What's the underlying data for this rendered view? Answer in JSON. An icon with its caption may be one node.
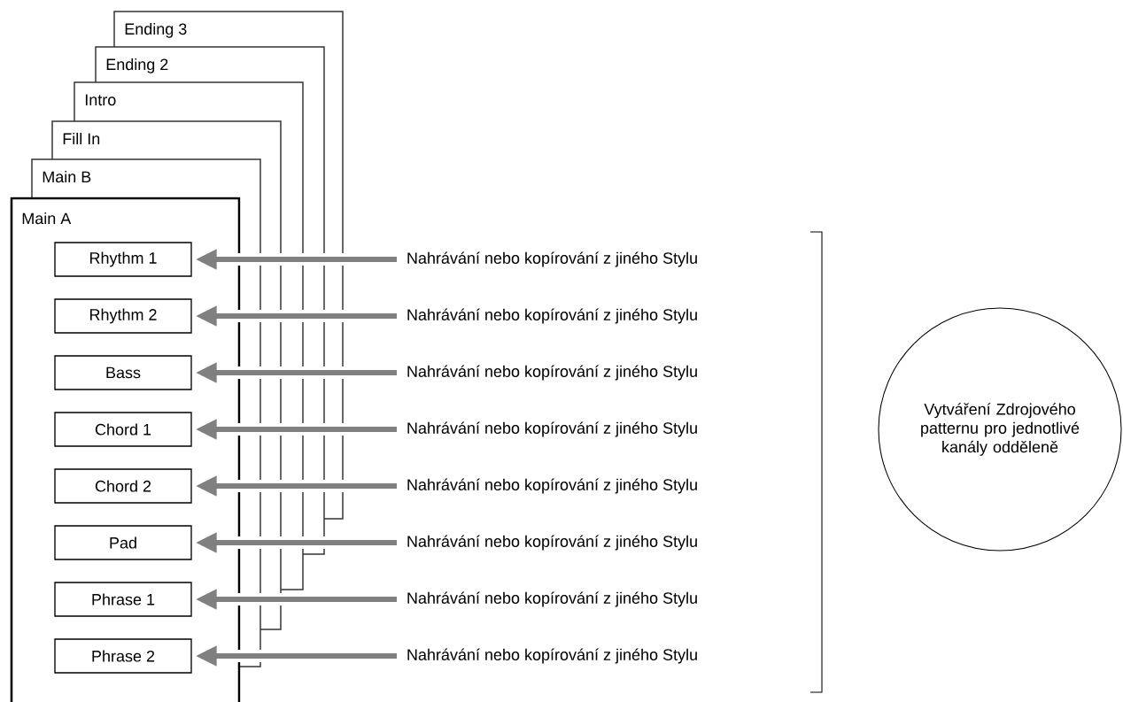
{
  "diagram": {
    "nodes": [
      {
        "text": [
          "Ending 3"
        ]
      },
      {
        "text": [
          "Ending 2"
        ]
      },
      {
        "text": [
          "Intro"
        ]
      },
      {
        "text": [
          "Fill In"
        ]
      },
      {
        "text": [
          "Main B"
        ]
      },
      {
        "text": [
          "Main A"
        ]
      },
      {
        "text": [
          "Rhythm 1"
        ],
        "in": 5
      },
      {
        "text": [
          "Rhythm 2"
        ],
        "in": 5
      },
      {
        "text": [
          "Bass"
        ],
        "in": 5
      },
      {
        "text": [
          "Chord 1"
        ],
        "in": 5
      },
      {
        "text": [
          "Chord 2"
        ],
        "in": 5
      },
      {
        "text": [
          "Pad"
        ],
        "in": 5
      },
      {
        "text": [
          "Phrase 1"
        ],
        "in": 5
      },
      {
        "text": [
          "Phrase 2"
        ],
        "in": 5
      },
      {
        "text": [
          "Nahrávání nebo kopírování z jiného Stylu"
        ]
      },
      {
        "text": [
          "Nahrávání nebo kopírování z jiného Stylu"
        ]
      },
      {
        "text": [
          "Nahrávání nebo kopírování z jiného Stylu"
        ]
      },
      {
        "text": [
          "Nahrávání nebo kopírování z jiného Stylu"
        ]
      },
      {
        "text": [
          "Nahrávání nebo kopírování z jiného Stylu"
        ]
      },
      {
        "text": [
          "Nahrávání nebo kopírování z jiného Stylu"
        ]
      },
      {
        "text": [
          "Nahrávání nebo kopírování z jiného Stylu"
        ]
      },
      {
        "text": [
          "Nahrávání nebo kopírování z jiného Stylu"
        ]
      },
      {
        "text": [
          "Vytváření Zdrojového patternu pro jednotlivé kanály odděleně"
        ]
      }
    ],
    "edges": [
      {
        "from": 14,
        "to": 6,
        "arrow": "to"
      },
      {
        "from": 15,
        "to": 7,
        "arrow": "to"
      },
      {
        "from": 16,
        "to": 8,
        "arrow": "to"
      },
      {
        "from": 17,
        "to": 9,
        "arrow": "to"
      },
      {
        "from": 18,
        "to": 10,
        "arrow": "to"
      },
      {
        "from": 19,
        "to": 11,
        "arrow": "to"
      },
      {
        "from": 20,
        "to": 12,
        "arrow": "to"
      },
      {
        "from": 21,
        "to": 13,
        "arrow": "to"
      }
    ]
  }
}
